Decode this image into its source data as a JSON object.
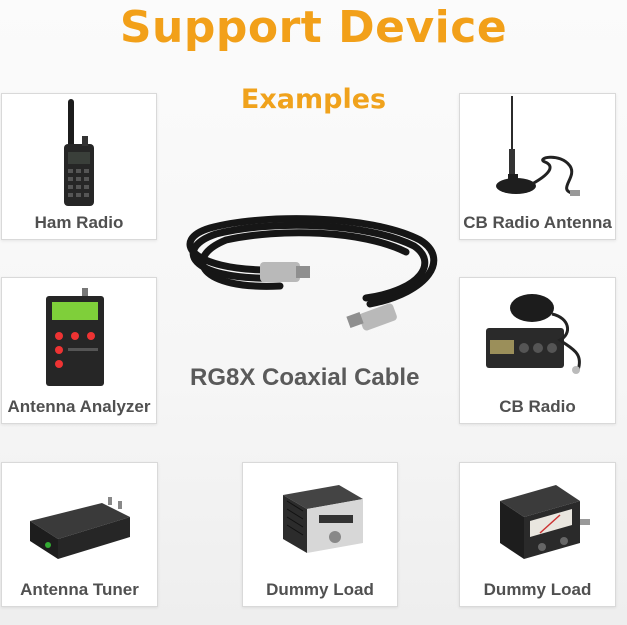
{
  "header": {
    "title": "Support Device",
    "subtitle": "Examples"
  },
  "center": {
    "label": "RG8X Coaxial Cable",
    "icon": "coaxial-cable-icon"
  },
  "devices": [
    {
      "label": "Ham Radio",
      "icon": "ham-radio-icon"
    },
    {
      "label": "CB Radio Antenna",
      "icon": "antenna-icon"
    },
    {
      "label": "Antenna Analyzer",
      "icon": "antenna-analyzer-icon"
    },
    {
      "label": "CB Radio",
      "icon": "cb-radio-icon"
    },
    {
      "label": "Antenna Tuner",
      "icon": "antenna-tuner-icon"
    },
    {
      "label": "Dummy Load",
      "icon": "dummy-load-icon"
    },
    {
      "label": "Dummy Load",
      "icon": "swr-meter-icon"
    }
  ],
  "colors": {
    "accent": "#f2a019",
    "label": "#505050",
    "card_border": "#d9d9d9"
  }
}
